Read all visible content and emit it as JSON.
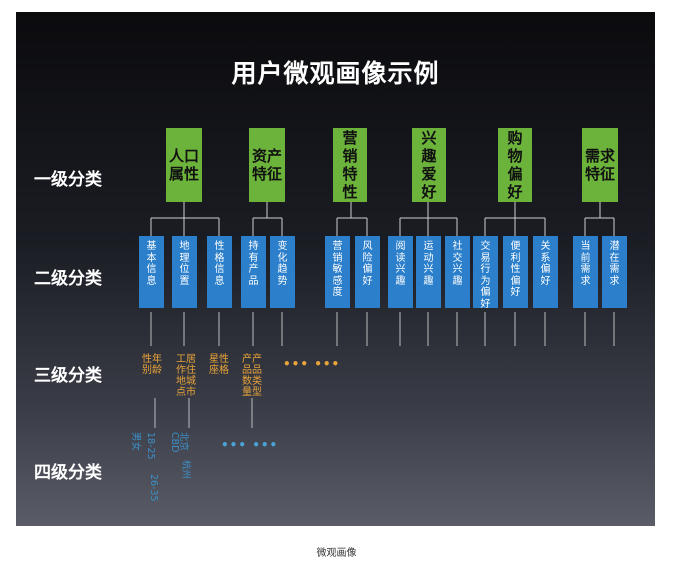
{
  "title": "用户微观画像示例",
  "levels": [
    "一级分类",
    "二级分类",
    "三级分类",
    "四级分类"
  ],
  "level1": [
    {
      "label": "人口属性",
      "chars": [
        "人口",
        "属性"
      ]
    },
    {
      "label": "资产特征",
      "chars": [
        "资产",
        "特征"
      ]
    },
    {
      "label": "营销特性",
      "chars": [
        "营",
        "销",
        "特",
        "性"
      ]
    },
    {
      "label": "兴趣爱好",
      "chars": [
        "兴",
        "趣",
        "爱",
        "好"
      ]
    },
    {
      "label": "购物偏好",
      "chars": [
        "购",
        "物",
        "偏",
        "好"
      ]
    },
    {
      "label": "需求特征",
      "chars": [
        "需求",
        "特征"
      ]
    }
  ],
  "level2": [
    {
      "label": "基本信息",
      "chars": [
        "基",
        "本",
        "信",
        "息"
      ]
    },
    {
      "label": "地理位置",
      "chars": [
        "地",
        "理",
        "位",
        "置"
      ]
    },
    {
      "label": "性格信息",
      "chars": [
        "性",
        "格",
        "信",
        "息"
      ]
    },
    {
      "label": "持有产品",
      "chars": [
        "持",
        "有",
        "产",
        "品"
      ]
    },
    {
      "label": "变化趋势",
      "chars": [
        "变",
        "化",
        "趋",
        "势"
      ]
    },
    {
      "label": "营销敏感度",
      "chars": [
        "营",
        "销",
        "敏",
        "感",
        "度"
      ]
    },
    {
      "label": "风险偏好",
      "chars": [
        "风",
        "险",
        "偏",
        "好"
      ]
    },
    {
      "label": "阅读兴趣",
      "chars": [
        "阅",
        "读",
        "兴",
        "趣"
      ]
    },
    {
      "label": "运动兴趣",
      "chars": [
        "运",
        "动",
        "兴",
        "趣"
      ]
    },
    {
      "label": "社交兴趣",
      "chars": [
        "社",
        "交",
        "兴",
        "趣"
      ]
    },
    {
      "label": "交易行为偏好",
      "chars": [
        "交",
        "易",
        "行",
        "为",
        "偏",
        "好"
      ]
    },
    {
      "label": "便利性偏好",
      "chars": [
        "便",
        "利",
        "性",
        "偏",
        "好"
      ]
    },
    {
      "label": "关系偏好",
      "chars": [
        "关",
        "系",
        "偏",
        "好"
      ]
    },
    {
      "label": "当前需求",
      "chars": [
        "当",
        "前",
        "需",
        "求"
      ]
    },
    {
      "label": "潜在需求",
      "chars": [
        "潜",
        "在",
        "需",
        "求"
      ]
    }
  ],
  "level3": [
    {
      "label": "性年别龄",
      "lines": [
        "性年",
        "别龄"
      ]
    },
    {
      "label": "工居作住地城点市",
      "lines": [
        "工居",
        "作住",
        "地城",
        "点市"
      ]
    },
    {
      "label": "星性座格",
      "lines": [
        "星性",
        "座格"
      ]
    },
    {
      "label": "产产品品数类量型",
      "lines": [
        "产产",
        "品品",
        "数类",
        "量型"
      ]
    }
  ],
  "level3_more": "••• •••",
  "level4": {
    "gender": "男女",
    "age_1": "18-25",
    "age_2": "26-35",
    "cbd": "CBD",
    "beijing": "北京",
    "hangzhou": "杭州",
    "more": "••• •••"
  },
  "caption": "微观画像",
  "colors": {
    "green": "#6cb33b",
    "blue": "#2b7fcb",
    "orange": "#e8a33a",
    "cyan": "#4aa3d6"
  }
}
